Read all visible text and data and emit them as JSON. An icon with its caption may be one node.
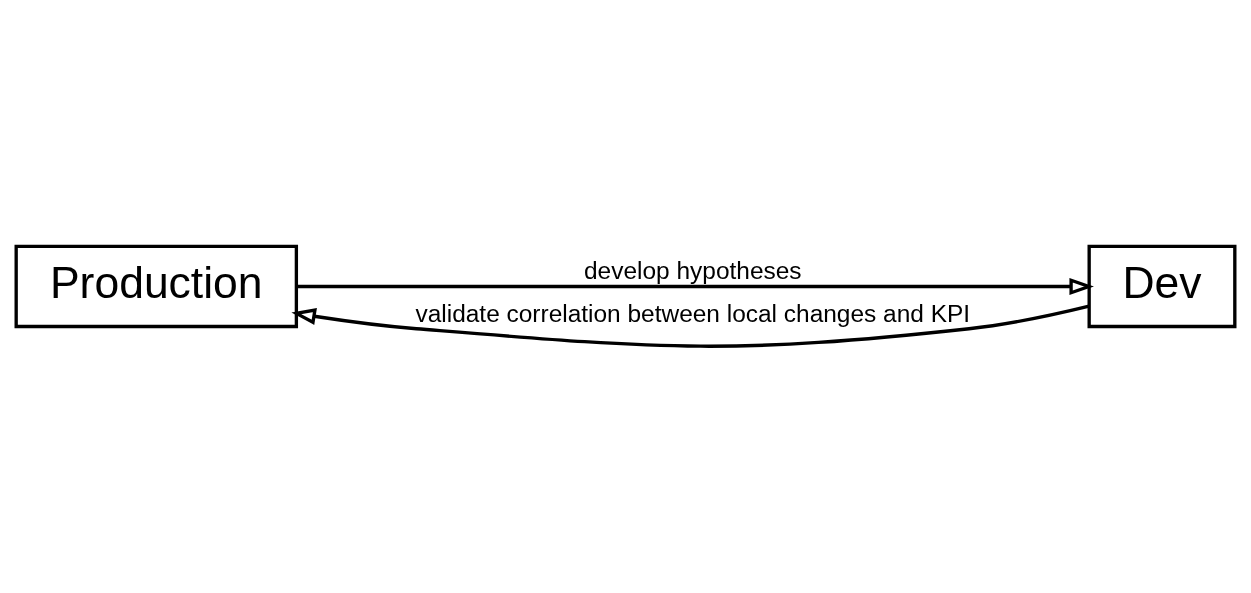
{
  "diagram": {
    "nodes": [
      {
        "text": [
          "Production"
        ]
      },
      {
        "text": [
          "Dev"
        ]
      }
    ],
    "edges": [
      {
        "from": 0,
        "to": 1,
        "arrow": "to",
        "label": "develop hypotheses"
      },
      {
        "from": 1,
        "to": 0,
        "arrow": "to",
        "label": "validate correlation between local changes and KPI"
      }
    ]
  }
}
